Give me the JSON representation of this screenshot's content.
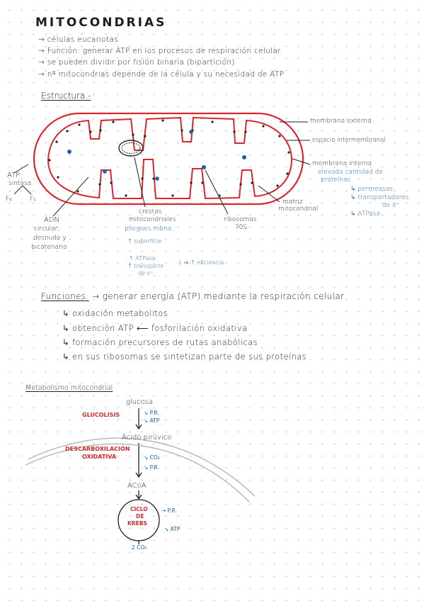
{
  "title": "MITOCONDRIAS",
  "intro": [
    "→ células eucariotas",
    "→ Función: generar ATP en los procesos de respiración celular",
    "→ se pueden dividir por fisión binaria (bipartición)",
    "→ nº mitocondrias depende de la célula y su necesidad de ATP"
  ],
  "estructura": {
    "heading": "Estructura.-",
    "labels": {
      "membrana_externa": "membrana externa",
      "espacio": "espacio intermembranal",
      "membrana_interna": "membrana interna",
      "membrana_interna_note1": "elevada cantidad de",
      "membrana_interna_note2": "proteínas",
      "permeasas": "↳ permeasas",
      "transportadores1": "↳ transportadores",
      "transportadores2": "de e⁻",
      "atpasa": "↳ ATPasa",
      "matriz1": "matriz",
      "matriz2": "mitocondrial",
      "ribosomas1": "ribosomas",
      "ribosomas2": "70S",
      "crestas1": "crestas",
      "crestas2": "mitocondriales",
      "crestas_note": "pliegues mbna.",
      "superficie": "↑ superficie",
      "atpasa_up": "↑ ATPasa",
      "transporte1": "↑ transporte",
      "transporte2": "de e⁻",
      "eficiencia": "} ⇒ ↑ eficiencia",
      "adn1": "ADN",
      "adn2": "circular,",
      "adn3": "desnudo y",
      "adn4": "bicatenario",
      "atp_sintasa1": "ATP",
      "atp_sintasa2": "sintasa",
      "f0": "F₀",
      "f1": "F₁"
    }
  },
  "funciones": {
    "heading": "Funciones.",
    "line1": "→ generar energía (ATP) mediante la respiración celular",
    "items": [
      "↳ oxidación metabolitos",
      "↳ obtención ATP  ⟵ fosforilación oxidativa",
      "↳ formación precursores de rutas anabólicas",
      "↳ en sus ribosomas se sintetizan parte de sus proteínas"
    ]
  },
  "metabolismo": {
    "heading": "Metabolismo mitocondrial",
    "glucosa": "glucosa",
    "glucolisis": "GLUCOLISIS",
    "pr1": "↘ P.R.",
    "atp1": "↘ ATP",
    "piruvico": "Ácido pirúvico",
    "descarbox1": "DESCARBOXILACIÓN",
    "descarbox2": "OXIDATIVA",
    "co2": "↘ CO₂",
    "pr2": "↘ P.R.",
    "acoa": "ACoA",
    "ciclo1": "CICLO",
    "ciclo2": "DE",
    "ciclo3": "KREBS",
    "pr3": "→ P.R.",
    "atp3": "↘ ATP",
    "co2_out": "2 CO₂"
  }
}
